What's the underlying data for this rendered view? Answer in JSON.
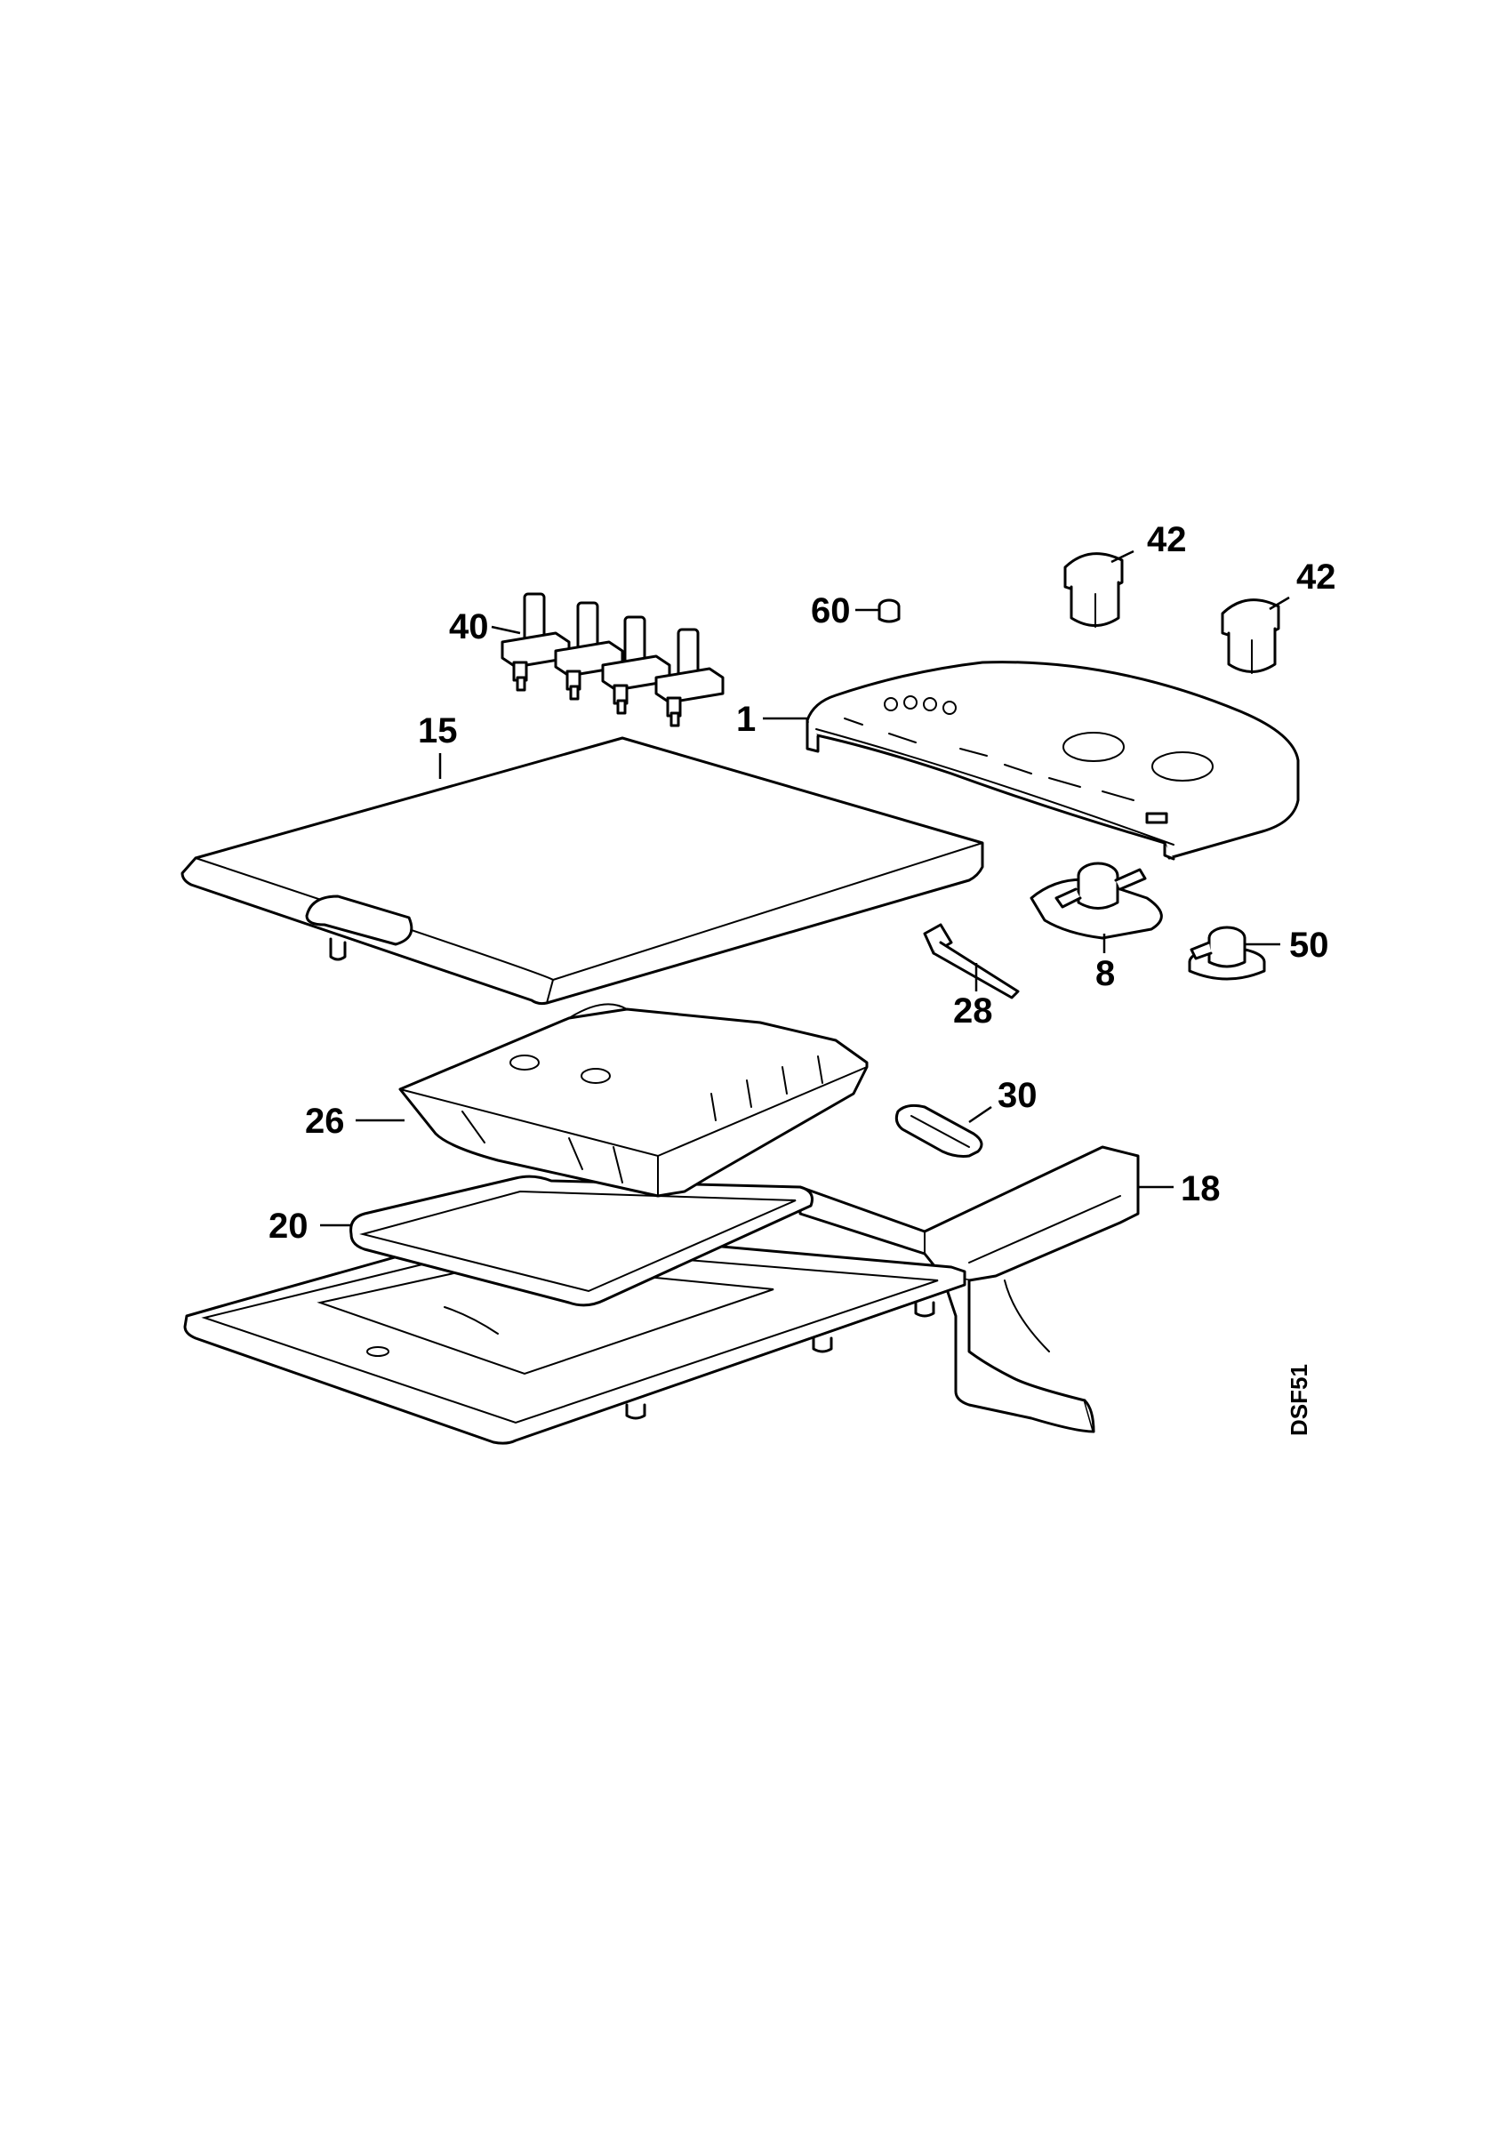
{
  "diagram_code": "DSF51",
  "callouts": {
    "c1": "1",
    "c8": "8",
    "c15": "15",
    "c18": "18",
    "c20": "20",
    "c26": "26",
    "c28": "28",
    "c30": "30",
    "c40": "40",
    "c42a": "42",
    "c42b": "42",
    "c50": "50",
    "c60": "60"
  }
}
